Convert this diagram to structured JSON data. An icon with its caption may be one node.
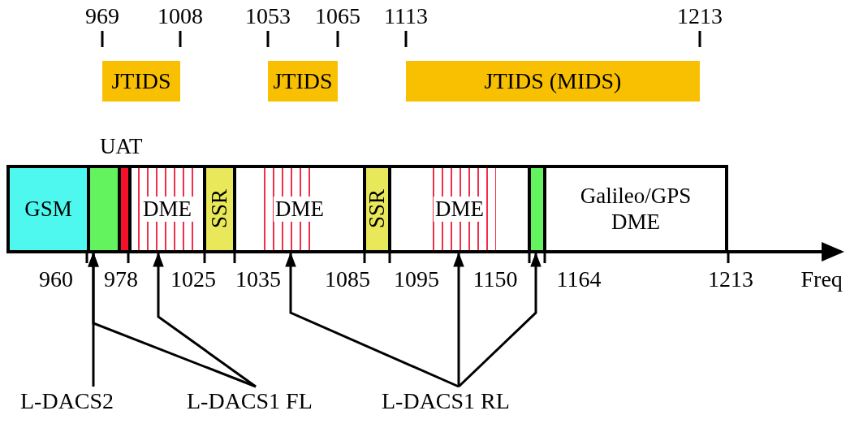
{
  "diagram": {
    "nodes": [
      {
        "text": [
          "JTIDS"
        ]
      },
      {
        "text": [
          "JTIDS"
        ]
      },
      {
        "text": [
          "JTIDS (MIDS)"
        ]
      },
      {
        "text": [
          "GSM"
        ]
      },
      {
        "text": [],
        "shape": "box"
      },
      {
        "text": [
          "UAT"
        ]
      },
      {
        "text": [
          "DME"
        ]
      },
      {
        "text": [
          "SSR"
        ]
      },
      {
        "text": [
          "DME"
        ]
      },
      {
        "text": [
          "SSR"
        ]
      },
      {
        "text": [
          "DME"
        ]
      },
      {
        "text": [],
        "shape": "box"
      },
      {
        "text": [
          "Galileo/GPS DME"
        ]
      },
      {
        "text": [
          "L-DACS2"
        ]
      },
      {
        "text": [
          "L-DACS1 FL"
        ]
      },
      {
        "text": [
          "L-DACS1 RL"
        ]
      }
    ],
    "edges": [
      {
        "from": 13,
        "to": 4,
        "arrow": "to"
      },
      {
        "from": 14,
        "to": 4,
        "arrow": "to"
      },
      {
        "from": 14,
        "to": 6,
        "arrow": "to"
      },
      {
        "from": 15,
        "to": 8,
        "arrow": "to"
      },
      {
        "from": 15,
        "to": 10,
        "arrow": "to"
      },
      {
        "from": 15,
        "to": 11,
        "arrow": "to"
      }
    ],
    "labels": [
      "969",
      "1008",
      "1053",
      "1065",
      "1113",
      "1213",
      "960",
      "978",
      "1025",
      "1035",
      "1085",
      "1095",
      "1150",
      "1164",
      "1213",
      "Freq"
    ]
  }
}
